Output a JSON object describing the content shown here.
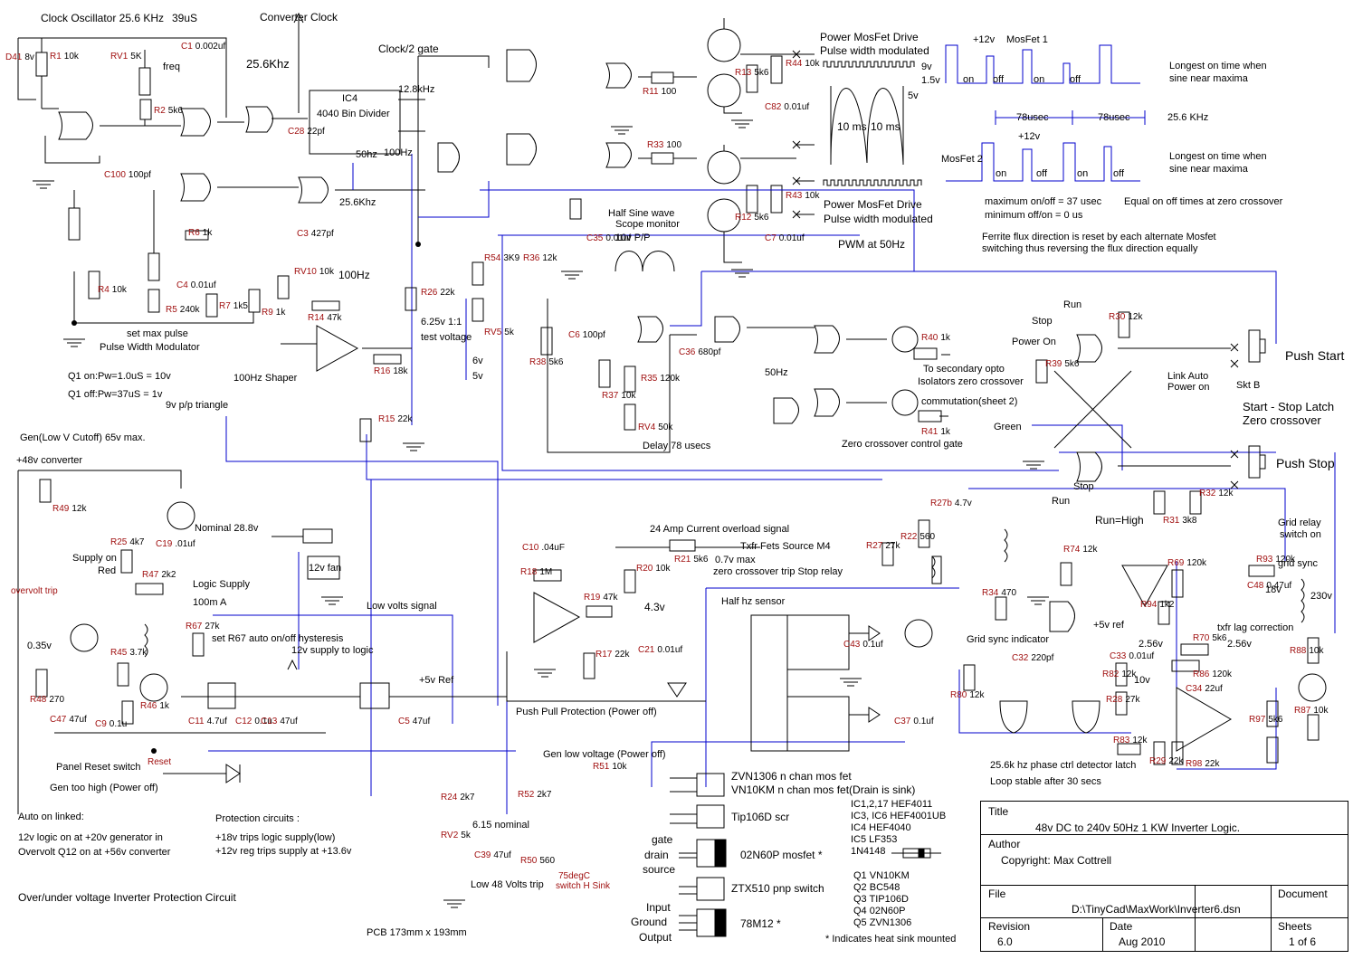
{
  "blocks": {
    "clock": {
      "title": "Clock Oscillator 25.6 KHz",
      "period": "39uS",
      "freq_label": "freq",
      "freq_value": "25.6Khz",
      "converter_clock": "Converter Clock",
      "clock_gate": "Clock/2 gate",
      "divider": "IC4",
      "divider_desc": "4040 Bin Divider",
      "f_12k8": "12.8kHz",
      "f_50": "50hz",
      "f_100": "100Hz",
      "f_25k6": "25.6Khz"
    },
    "pwm": {
      "title": "Pulse Width Modulator",
      "set_max": "set max pulse",
      "q1_on": "Q1 on:Pw=1.0uS = 10v",
      "q1_off": "Q1 off:Pw=37uS = 1v",
      "shaper": "100Hz Shaper",
      "triangle": "9v p/p triangle",
      "half_sine": "Half Sine wave",
      "scope": "Scope monitor",
      "p2p": "10v P/P",
      "test_v": "6.25v 1:1",
      "test_voltage": "test voltage",
      "v6": "6v",
      "v5": "5v",
      "f100": "100Hz"
    },
    "mosfet": {
      "drive_top": "Power MosFet Drive",
      "pwm_top": "Pulse width modulated",
      "drive_bot": "Power MosFet Drive",
      "pwm_bot": "Pulse width modulated",
      "pwm50": "PWM at 50Hz",
      "ms10a": "10 ms",
      "ms10b": "10 ms",
      "v9": "9v",
      "v15": "1.5v",
      "v5": "5v",
      "mos1": "MosFet 1",
      "mos2": "MosFet 2",
      "plus12": "+12v",
      "longest1": "Longest on time when",
      "longest1b": "sine near maxima",
      "longest2": "Longest on time when",
      "longest2b": "sine near maxima",
      "us78a": "78usec",
      "us78b": "78usec",
      "khz": "25.6 KHz",
      "max_on": "maximum on/off = 37 usec",
      "min_off": "minimum off/on = 0 us",
      "equal": "Equal on off times at zero crossover",
      "ferrite1": "Ferrite flux direction is reset by each alternate Mosfet",
      "ferrite2": "switching thus reversing the flux direction equally",
      "on": "on",
      "off": "off"
    },
    "zero": {
      "delay": "Delay 78 usecs",
      "opto": "To secondary opto",
      "isolators": "Isolators zero crossover",
      "commutation": "commutation(sheet 2)",
      "gate": "Zero crossover control gate",
      "hz50": "50Hz"
    },
    "latch": {
      "push_start": "Push Start",
      "push_stop": "Push Stop",
      "title": "Start - Stop Latch",
      "zero": "Zero crossover",
      "power_on": "Power On",
      "link": "Link Auto",
      "power_on2": "Power on",
      "skt": "Skt B",
      "green": "Green",
      "run": "Run",
      "stop": "Stop",
      "run_high": "Run=High",
      "grid_relay": "Grid relay",
      "switch_on": "switch on"
    },
    "grid": {
      "grid_sync": "grid sync",
      "v230": "230v",
      "v18": "18v",
      "txfr": "txfr lag correction",
      "indicator": "Grid sync indicator",
      "phase": "25.6k hz phase ctrl detector latch",
      "loop": "Loop stable after 30 secs",
      "ref": "+5v ref",
      "v256a": "2.56v",
      "v256b": "2.56v",
      "v10": "10v"
    },
    "protect": {
      "gen_low": "Gen(Low V Cutoff) 65v max.",
      "conv48": "+48v converter",
      "nominal": "Nominal 28.8v",
      "fan": "12v fan",
      "overvolt": "overvolt trip",
      "supply_on": "Supply on",
      "red": "Red",
      "logic": "Logic Supply",
      "ma100": "100m A",
      "r67": "set R67 auto on/off hysteresis",
      "r67b": "12v supply to logic",
      "low_volts": "Low volts signal",
      "panel": "Panel Reset switch",
      "reset": "Reset",
      "gen_high": "Gen too high (Power off)",
      "auto": "Auto on linked:",
      "auto1": "12v logic on at +20v generator in",
      "auto2": "Overvolt Q12 on at +56v converter",
      "circ": "Protection circuits :",
      "circ1": "+18v trips logic supply(low)",
      "circ2": "+12v reg trips supply at +13.6v",
      "title": "Over/under voltage Inverter Protection Circuit",
      "pcb": "PCB 173mm x 193mm",
      "overload": "24 Amp Current overload signal",
      "txfr_src": "Txfr Fets Source M4",
      "max07": "0.7v max",
      "zc_trip": "zero crossover trip Stop relay",
      "push_pull": "Push Pull Protection (Power off)",
      "half_hz": "Half hz sensor",
      "gen_lowv": "Gen low voltage (Power off)",
      "low48": "Low 48 Volts trip",
      "nominal615": "6.15 nominal",
      "thermal": "75degC",
      "switch_sink": "switch H Sink",
      "ref5": "+5v Ref",
      "v43": "4.3v",
      "v035": "0.35v"
    },
    "legend": {
      "zvn": "ZVN1306  n chan mos fet",
      "vn10": "VN10KM  n chan mos fet(Drain is sink)",
      "scr": "Tip106D scr",
      "mosfet": "02N60P mosfet *",
      "pnp": "ZTX510  pnp switch",
      "reg": "78M12 *",
      "gate": "gate",
      "drain": "drain",
      "source": "source",
      "input": "Input",
      "ground": "Ground",
      "output": "Output",
      "ic_list": [
        "IC1,2,17 HEF4011",
        "IC3, IC6 HEF4001UB",
        "IC4 HEF4040",
        "IC5 LF353",
        "1N4148"
      ],
      "q_list": [
        "Q1  VN10KM",
        "Q2  BC548",
        "Q3  TIP106D",
        "Q4  02N60P",
        "Q5  ZVN1306"
      ],
      "heat": "* Indicates heat sink mounted"
    }
  },
  "title_block": {
    "title_label": "Title",
    "title": "48v DC to 240v 50Hz 1 KW Inverter Logic.",
    "author_label": "Author",
    "author": "Copyright:  Max Cottrell",
    "file_label": "File",
    "file": "D:\\TinyCad\\MaxWork\\Inverter6.dsn",
    "document_label": "Document",
    "revision_label": "Revision",
    "revision": "6.0",
    "date_label": "Date",
    "date": "Aug 2010",
    "sheets_label": "Sheets",
    "sheets": "1 of 6"
  },
  "components": [
    [
      "R1",
      "10k"
    ],
    [
      "RV1",
      "5K"
    ],
    [
      "R2",
      "5k6"
    ],
    [
      "C1",
      "0.002uf"
    ],
    [
      "C28",
      "22pf"
    ],
    [
      "D41",
      "8v"
    ],
    [
      "C100",
      "100pf"
    ],
    [
      "R4",
      "10k"
    ],
    [
      "R5",
      "240k"
    ],
    [
      "R6",
      "1k"
    ],
    [
      "R7",
      "1k5"
    ],
    [
      "R9",
      "1k"
    ],
    [
      "C4",
      "0.01uf"
    ],
    [
      "RV10",
      "10k"
    ],
    [
      "R14",
      "47k"
    ],
    [
      "R16",
      "18k"
    ],
    [
      "R15",
      "22k"
    ],
    [
      "R26",
      "22k"
    ],
    [
      "R54",
      "3K9"
    ],
    [
      "RV5",
      "5k"
    ],
    [
      "R36",
      "12k"
    ],
    [
      "R38",
      "5k6"
    ],
    [
      "R37",
      "10k"
    ],
    [
      "R35",
      "120k"
    ],
    [
      "RV4",
      "50k"
    ],
    [
      "C6",
      "100pf"
    ],
    [
      "C36",
      "680pf"
    ],
    [
      "C35",
      "0.01uf"
    ],
    [
      "C3",
      "427pf"
    ],
    [
      "R11",
      "100"
    ],
    [
      "R33",
      "100"
    ],
    [
      "R13",
      "5k6"
    ],
    [
      "R44",
      "10k"
    ],
    [
      "C82",
      "0.01uf"
    ],
    [
      "R12",
      "5k6"
    ],
    [
      "R43",
      "10k"
    ],
    [
      "C7",
      "0.01uf"
    ],
    [
      "R40",
      "1k"
    ],
    [
      "R41",
      "1k"
    ],
    [
      "R39",
      "5k6"
    ],
    [
      "R30",
      "12k"
    ],
    [
      "R31",
      "3k8"
    ],
    [
      "R32",
      "12k"
    ],
    [
      "R49",
      "12k"
    ],
    [
      "R25",
      "4k7"
    ],
    [
      "R47",
      "2k2"
    ],
    [
      "R45",
      "3.7k"
    ],
    [
      "R46",
      "1k"
    ],
    [
      "R48",
      "270"
    ],
    [
      "C47",
      "47uf"
    ],
    [
      "C9",
      "0.1u"
    ],
    [
      "C19",
      ".01uf"
    ],
    [
      "C11",
      "4.7uf"
    ],
    [
      "C12",
      "0.1u"
    ],
    [
      "C13",
      "47uf"
    ],
    [
      "C5",
      "47uf"
    ],
    [
      "R67",
      "27k"
    ],
    [
      "R18",
      "1M"
    ],
    [
      "C10",
      ".04uF"
    ],
    [
      "R19",
      "47k"
    ],
    [
      "R20",
      "10k"
    ],
    [
      "R17",
      "22k"
    ],
    [
      "C21",
      "0.01uf"
    ],
    [
      "R21",
      "5k6"
    ],
    [
      "C43",
      "0.1uf"
    ],
    [
      "C37",
      "0.1uf"
    ],
    [
      "R22",
      "560"
    ],
    [
      "R27",
      "27k"
    ],
    [
      "R24",
      "2k7"
    ],
    [
      "RV2",
      "5k"
    ],
    [
      "C39",
      "47uf"
    ],
    [
      "R52",
      "2k7"
    ],
    [
      "R50",
      "560"
    ],
    [
      "R51",
      "10k"
    ],
    [
      "R34",
      "470"
    ],
    [
      "R74",
      "12k"
    ],
    [
      "R80",
      "12k"
    ],
    [
      "C32",
      "220pf"
    ],
    [
      "R82",
      "12k"
    ],
    [
      "R28",
      "27k"
    ],
    [
      "R83",
      "12k"
    ],
    [
      "R29",
      "22k"
    ],
    [
      "R98",
      "22k"
    ],
    [
      "C33",
      "0.01uf"
    ],
    [
      "R69",
      "120k"
    ],
    [
      "R93",
      "120k"
    ],
    [
      "C48",
      "0.47uf"
    ],
    [
      "R70",
      "5k6"
    ],
    [
      "R86",
      "120k"
    ],
    [
      "C34",
      "22uf"
    ],
    [
      "R97",
      "5k6"
    ],
    [
      "R87",
      "10k"
    ],
    [
      "R88",
      "10k"
    ],
    [
      "R94",
      "1k2"
    ],
    [
      "R27b",
      "4.7v"
    ]
  ]
}
